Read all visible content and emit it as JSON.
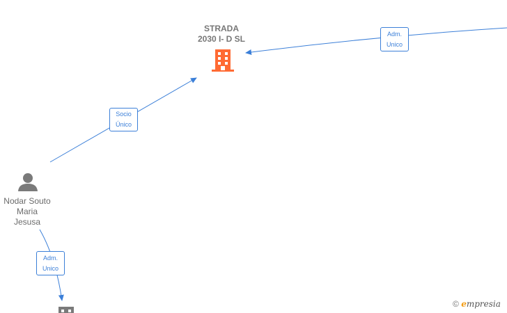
{
  "company": {
    "name_line1": "STRADA",
    "name_line2": "2030 I- D  SL",
    "icon": "building-icon",
    "color": "#ff6a33"
  },
  "person": {
    "name_line1": "Nodar Souto",
    "name_line2": "Maria",
    "name_line3": "Jesusa",
    "icon": "person-icon",
    "color": "#7a7a7a"
  },
  "partial_company": {
    "icon": "building-icon",
    "color": "#7a7a7a"
  },
  "edges": [
    {
      "line1": "Adm.",
      "line2": "Unico"
    },
    {
      "line1": "Socio",
      "line2": "Único"
    },
    {
      "line1": "Adm.",
      "line2": "Unico"
    }
  ],
  "edge_color": "#3b7fd8",
  "watermark": {
    "symbol": "©",
    "brand_initial": "e",
    "brand_rest": "mpresia"
  }
}
